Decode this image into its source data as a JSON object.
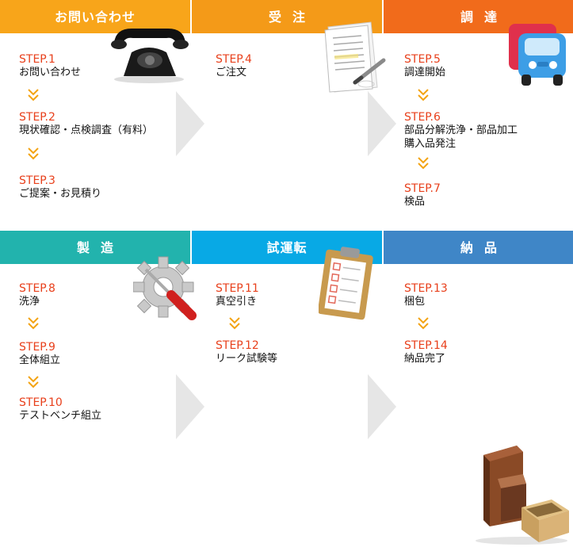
{
  "colors": {
    "orange1": "#f8a51a",
    "orange2": "#f49a18",
    "orange3": "#f16b1b",
    "teal": "#22b3ad",
    "cyan": "#08a9e5",
    "blue": "#3f86c7",
    "step_red": "#e8401c",
    "down_arrow": "#f3a313",
    "big_arrow": "#e6e6e6"
  },
  "panels": [
    {
      "header": "お問い合わせ",
      "icon": "telephone-icon",
      "steps": [
        {
          "label": "STEP.1",
          "text": "お問い合わせ"
        },
        {
          "label": "STEP.2",
          "text": "現状確認・点検調査（有料）"
        },
        {
          "label": "STEP.3",
          "text": "ご提案・お見積り"
        }
      ]
    },
    {
      "header": "受注",
      "icon": "document-pen-icon",
      "steps": [
        {
          "label": "STEP.4",
          "text": "ご注文"
        }
      ]
    },
    {
      "header": "調達",
      "icon": "truck-icon",
      "steps": [
        {
          "label": "STEP.5",
          "text": "調達開始"
        },
        {
          "label": "STEP.6",
          "text": "部品分解洗浄・部品加工",
          "text2": "購入品発注"
        },
        {
          "label": "STEP.7",
          "text": "検品"
        }
      ]
    },
    {
      "header": "製造",
      "icon": "gear-screwdriver-icon",
      "steps": [
        {
          "label": "STEP.8",
          "text": "洗浄"
        },
        {
          "label": "STEP.9",
          "text": "全体組立"
        },
        {
          "label": "STEP.10",
          "text": "テストベンチ組立"
        }
      ]
    },
    {
      "header": "試運転",
      "icon": "clipboard-icon",
      "steps": [
        {
          "label": "STEP.11",
          "text": "真空引き"
        },
        {
          "label": "STEP.12",
          "text": "リーク試験等"
        }
      ]
    },
    {
      "header": "納品",
      "icon": "box-icon",
      "steps": [
        {
          "label": "STEP.13",
          "text": "梱包"
        },
        {
          "label": "STEP.14",
          "text": "納品完了"
        }
      ]
    }
  ]
}
